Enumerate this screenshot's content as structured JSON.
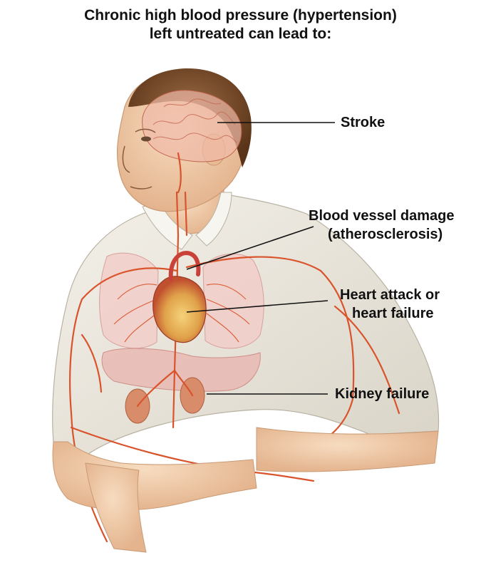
{
  "title": {
    "line1": "Chronic high blood pressure (hypertension)",
    "line2": "left untreated can lead to:"
  },
  "labels": {
    "stroke": "Stroke",
    "vessel_line1": "Blood vessel damage",
    "vessel_line2": "(atherosclerosis)",
    "heart_line1": "Heart attack or",
    "heart_line2": "heart failure",
    "kidney": "Kidney failure"
  },
  "colors": {
    "background": "#ffffff",
    "skin": "#f1d2b0",
    "hair": "#7a4a28",
    "shirt": "#ece9e1",
    "artery": "#d9532b",
    "lung": "#f3c9c6",
    "heart": "#c9423a",
    "heart_highlight": "#f2c46b",
    "leader_line": "#111111"
  }
}
